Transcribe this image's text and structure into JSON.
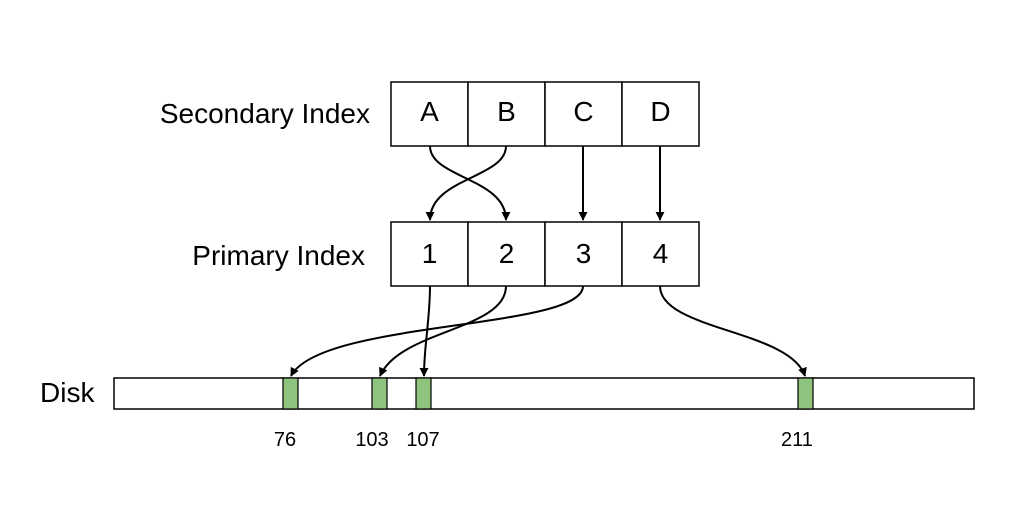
{
  "labels": {
    "secondary": "Secondary Index",
    "primary": "Primary Index",
    "disk": "Disk"
  },
  "secondary_index": {
    "keys": [
      "A",
      "B",
      "C",
      "D"
    ]
  },
  "primary_index": {
    "keys": [
      "1",
      "2",
      "3",
      "4"
    ]
  },
  "disk": {
    "block_color": "#8fc47f",
    "addresses": [
      "76",
      "103",
      "107",
      "211"
    ]
  },
  "links": {
    "secondary_to_primary": [
      {
        "from": "A",
        "to": "2"
      },
      {
        "from": "B",
        "to": "1"
      },
      {
        "from": "C",
        "to": "3"
      },
      {
        "from": "D",
        "to": "4"
      }
    ],
    "primary_to_disk": [
      {
        "from": "1",
        "to": "107"
      },
      {
        "from": "2",
        "to": "103"
      },
      {
        "from": "3",
        "to": "76"
      },
      {
        "from": "4",
        "to": "211"
      }
    ]
  }
}
